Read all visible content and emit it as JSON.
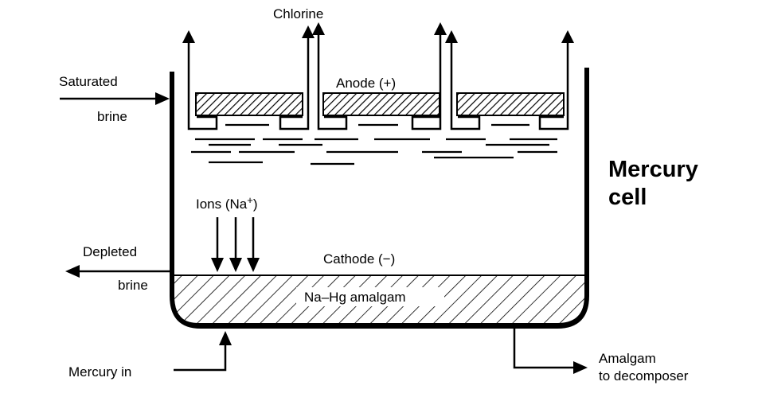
{
  "labels": {
    "chlorine": "Chlorine",
    "saturated": "Saturated",
    "brine_in": "brine",
    "anode": "Anode (+)",
    "title_line1": "Mercury",
    "title_line2": "cell",
    "ions_prefix": "Ions (Na",
    "ions_sup": "+",
    "ions_suffix": ")",
    "depleted": "Depleted",
    "brine_out": "brine",
    "cathode": "Cathode (−)",
    "amalgam": "Na–Hg amalgam",
    "mercury_in": "Mercury in",
    "amalgam_out_line1": "Amalgam",
    "amalgam_out_line2": "to decomposer"
  }
}
